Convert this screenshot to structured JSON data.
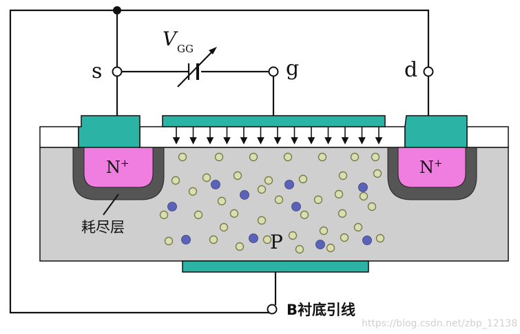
{
  "labels": {
    "source": "s",
    "gate": "g",
    "drain": "d",
    "vgg_main": "V",
    "vgg_sub": "GG",
    "n_plus": "N",
    "n_plus_sup": "+",
    "depletion_layer": "耗尽层",
    "substrate_type": "P",
    "substrate_lead": "B衬底引线"
  },
  "watermark": "https://blog.csdn.net/zbp_12138",
  "colors": {
    "wire": "#111111",
    "metal": "#2bb3a6",
    "oxide": "#ffffff",
    "substrate": "#cfcfcf",
    "depletion": "#555555",
    "n_plus": "#f07ee0",
    "electron": "#5a63b8",
    "hole": "#d8dfb0"
  }
}
